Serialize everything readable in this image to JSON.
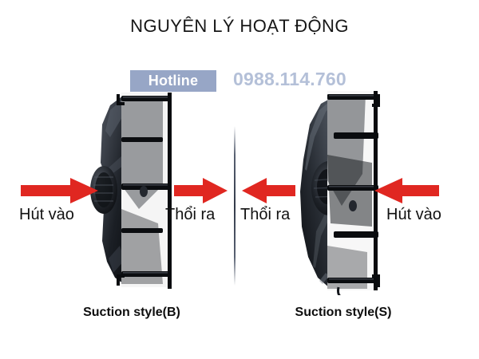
{
  "page": {
    "title": "NGUYÊN LÝ HOẠT ĐỘNG",
    "background_color": "#ffffff"
  },
  "watermark": {
    "badge_label": "Hotline",
    "badge_color": "#97a6c6",
    "phone_number": "0988.114.760",
    "phone_color": "#b4c0d8"
  },
  "diagram": {
    "arrow_color": "#e02721",
    "divider": "vertical-gradient-line",
    "panels": [
      {
        "id": "left",
        "caption": "Suction style(B)",
        "inlet_label": "Hút vào",
        "outlet_label": "Thổi ra",
        "inlet_arrow": "arrow-right",
        "outlet_arrow": "arrow-right",
        "figure": "axial-fan-side-view-b"
      },
      {
        "id": "right",
        "caption": "Suction style(S)",
        "inlet_label": "Hút vào",
        "outlet_label": "Thổi ra",
        "inlet_arrow": "arrow-left",
        "outlet_arrow": "arrow-left",
        "figure": "axial-fan-side-view-s"
      }
    ]
  }
}
